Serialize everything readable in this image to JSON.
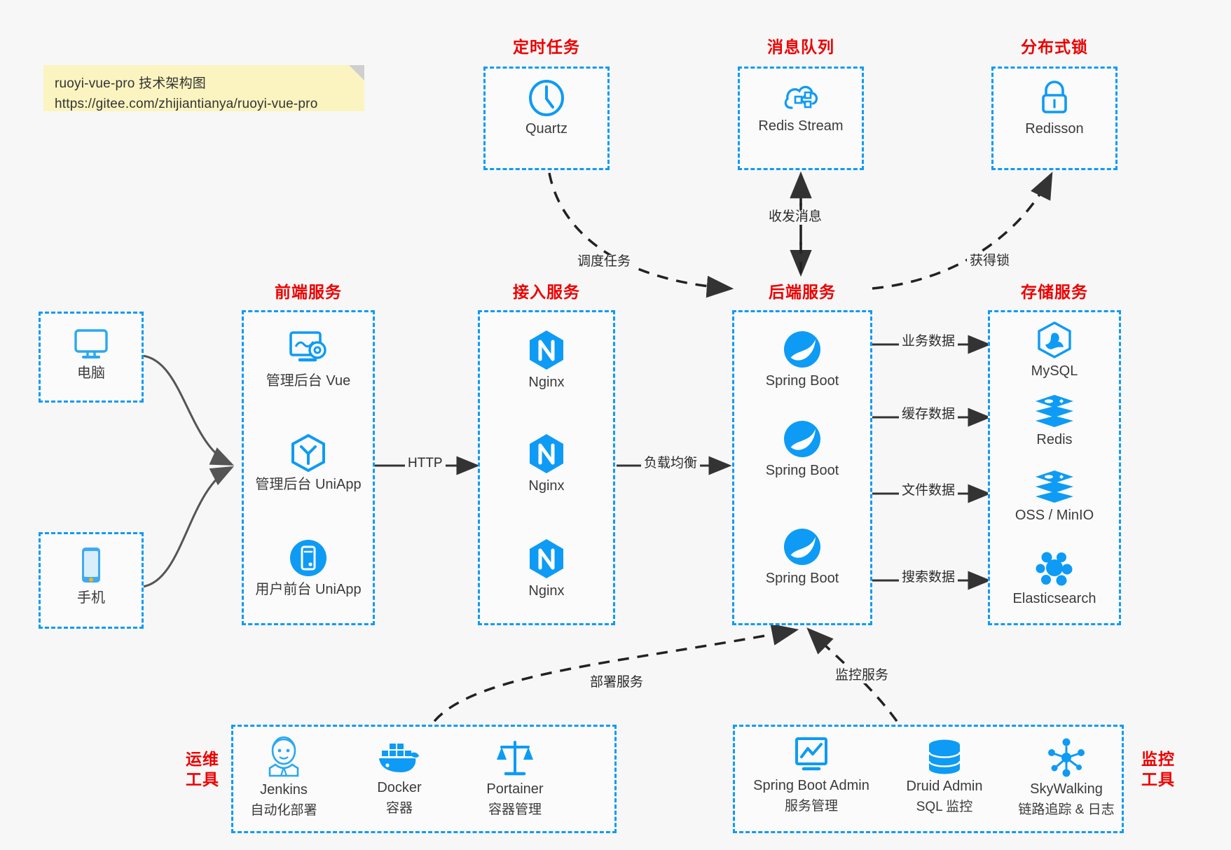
{
  "note": {
    "line1": "ruoyi-vue-pro 技术架构图",
    "line2": "https://gitee.com/zhijiantianya/ruoyi-vue-pro"
  },
  "colors": {
    "accent_blue": "#0d9bf5",
    "title_red": "#ee0000",
    "note_bg": "#fbf4c0",
    "canvas_bg": "#f7f7f7",
    "arrow_dark": "#333333",
    "text_dark": "#3b3b3b"
  },
  "groups": {
    "scheduled_task": {
      "title": "定时任务",
      "nodes": [
        {
          "label": "Quartz",
          "icon": "clock-icon"
        }
      ]
    },
    "message_queue": {
      "title": "消息队列",
      "nodes": [
        {
          "label": "Redis Stream",
          "icon": "cloud-stream-icon"
        }
      ]
    },
    "distributed_lock": {
      "title": "分布式锁",
      "nodes": [
        {
          "label": "Redisson",
          "icon": "lock-icon"
        }
      ]
    },
    "clients": {
      "nodes": [
        {
          "label": "电脑",
          "icon": "desktop-monitor-icon"
        },
        {
          "label": "手机",
          "icon": "mobile-phone-icon"
        }
      ]
    },
    "frontend": {
      "title": "前端服务",
      "nodes": [
        {
          "label": "管理后台 Vue",
          "icon": "admin-dashboard-icon"
        },
        {
          "label": "管理后台 UniApp",
          "icon": "uniapp-cube-icon"
        },
        {
          "label": "用户前台 UniApp",
          "icon": "mobile-app-icon"
        }
      ]
    },
    "gateway": {
      "title": "接入服务",
      "nodes": [
        {
          "label": "Nginx",
          "icon": "nginx-icon"
        },
        {
          "label": "Nginx",
          "icon": "nginx-icon"
        },
        {
          "label": "Nginx",
          "icon": "nginx-icon"
        }
      ]
    },
    "backend": {
      "title": "后端服务",
      "nodes": [
        {
          "label": "Spring Boot",
          "icon": "spring-boot-icon"
        },
        {
          "label": "Spring Boot",
          "icon": "spring-boot-icon"
        },
        {
          "label": "Spring Boot",
          "icon": "spring-boot-icon"
        }
      ]
    },
    "storage": {
      "title": "存储服务",
      "nodes": [
        {
          "label": "MySQL",
          "icon": "mysql-icon"
        },
        {
          "label": "Redis",
          "icon": "redis-icon"
        },
        {
          "label": "OSS / MinIO",
          "icon": "oss-minio-icon"
        },
        {
          "label": "Elasticsearch",
          "icon": "elasticsearch-icon"
        }
      ]
    },
    "devops": {
      "title": "运维\n工具",
      "title_line1": "运维",
      "title_line2": "工具",
      "nodes": [
        {
          "label": "Jenkins",
          "sub": "自动化部署",
          "icon": "jenkins-icon"
        },
        {
          "label": "Docker",
          "sub": "容器",
          "icon": "docker-icon"
        },
        {
          "label": "Portainer",
          "sub": "容器管理",
          "icon": "portainer-scale-icon"
        }
      ]
    },
    "monitoring": {
      "title_line1": "监控",
      "title_line2": "工具",
      "nodes": [
        {
          "label": "Spring Boot Admin",
          "sub": "服务管理",
          "icon": "monitor-chart-icon"
        },
        {
          "label": "Druid Admin",
          "sub": "SQL 监控",
          "icon": "database-icon"
        },
        {
          "label": "SkyWalking",
          "sub": "链路追踪 & 日志",
          "icon": "skywalking-icon"
        }
      ]
    }
  },
  "edges": {
    "http": "HTTP",
    "load_balance": "负载均衡",
    "schedule_task": "调度任务",
    "send_receive_message": "收发消息",
    "acquire_lock": "获得锁",
    "business_data": "业务数据",
    "cache_data": "缓存数据",
    "file_data": "文件数据",
    "search_data": "搜索数据",
    "deploy_service": "部署服务",
    "monitor_service": "监控服务"
  }
}
